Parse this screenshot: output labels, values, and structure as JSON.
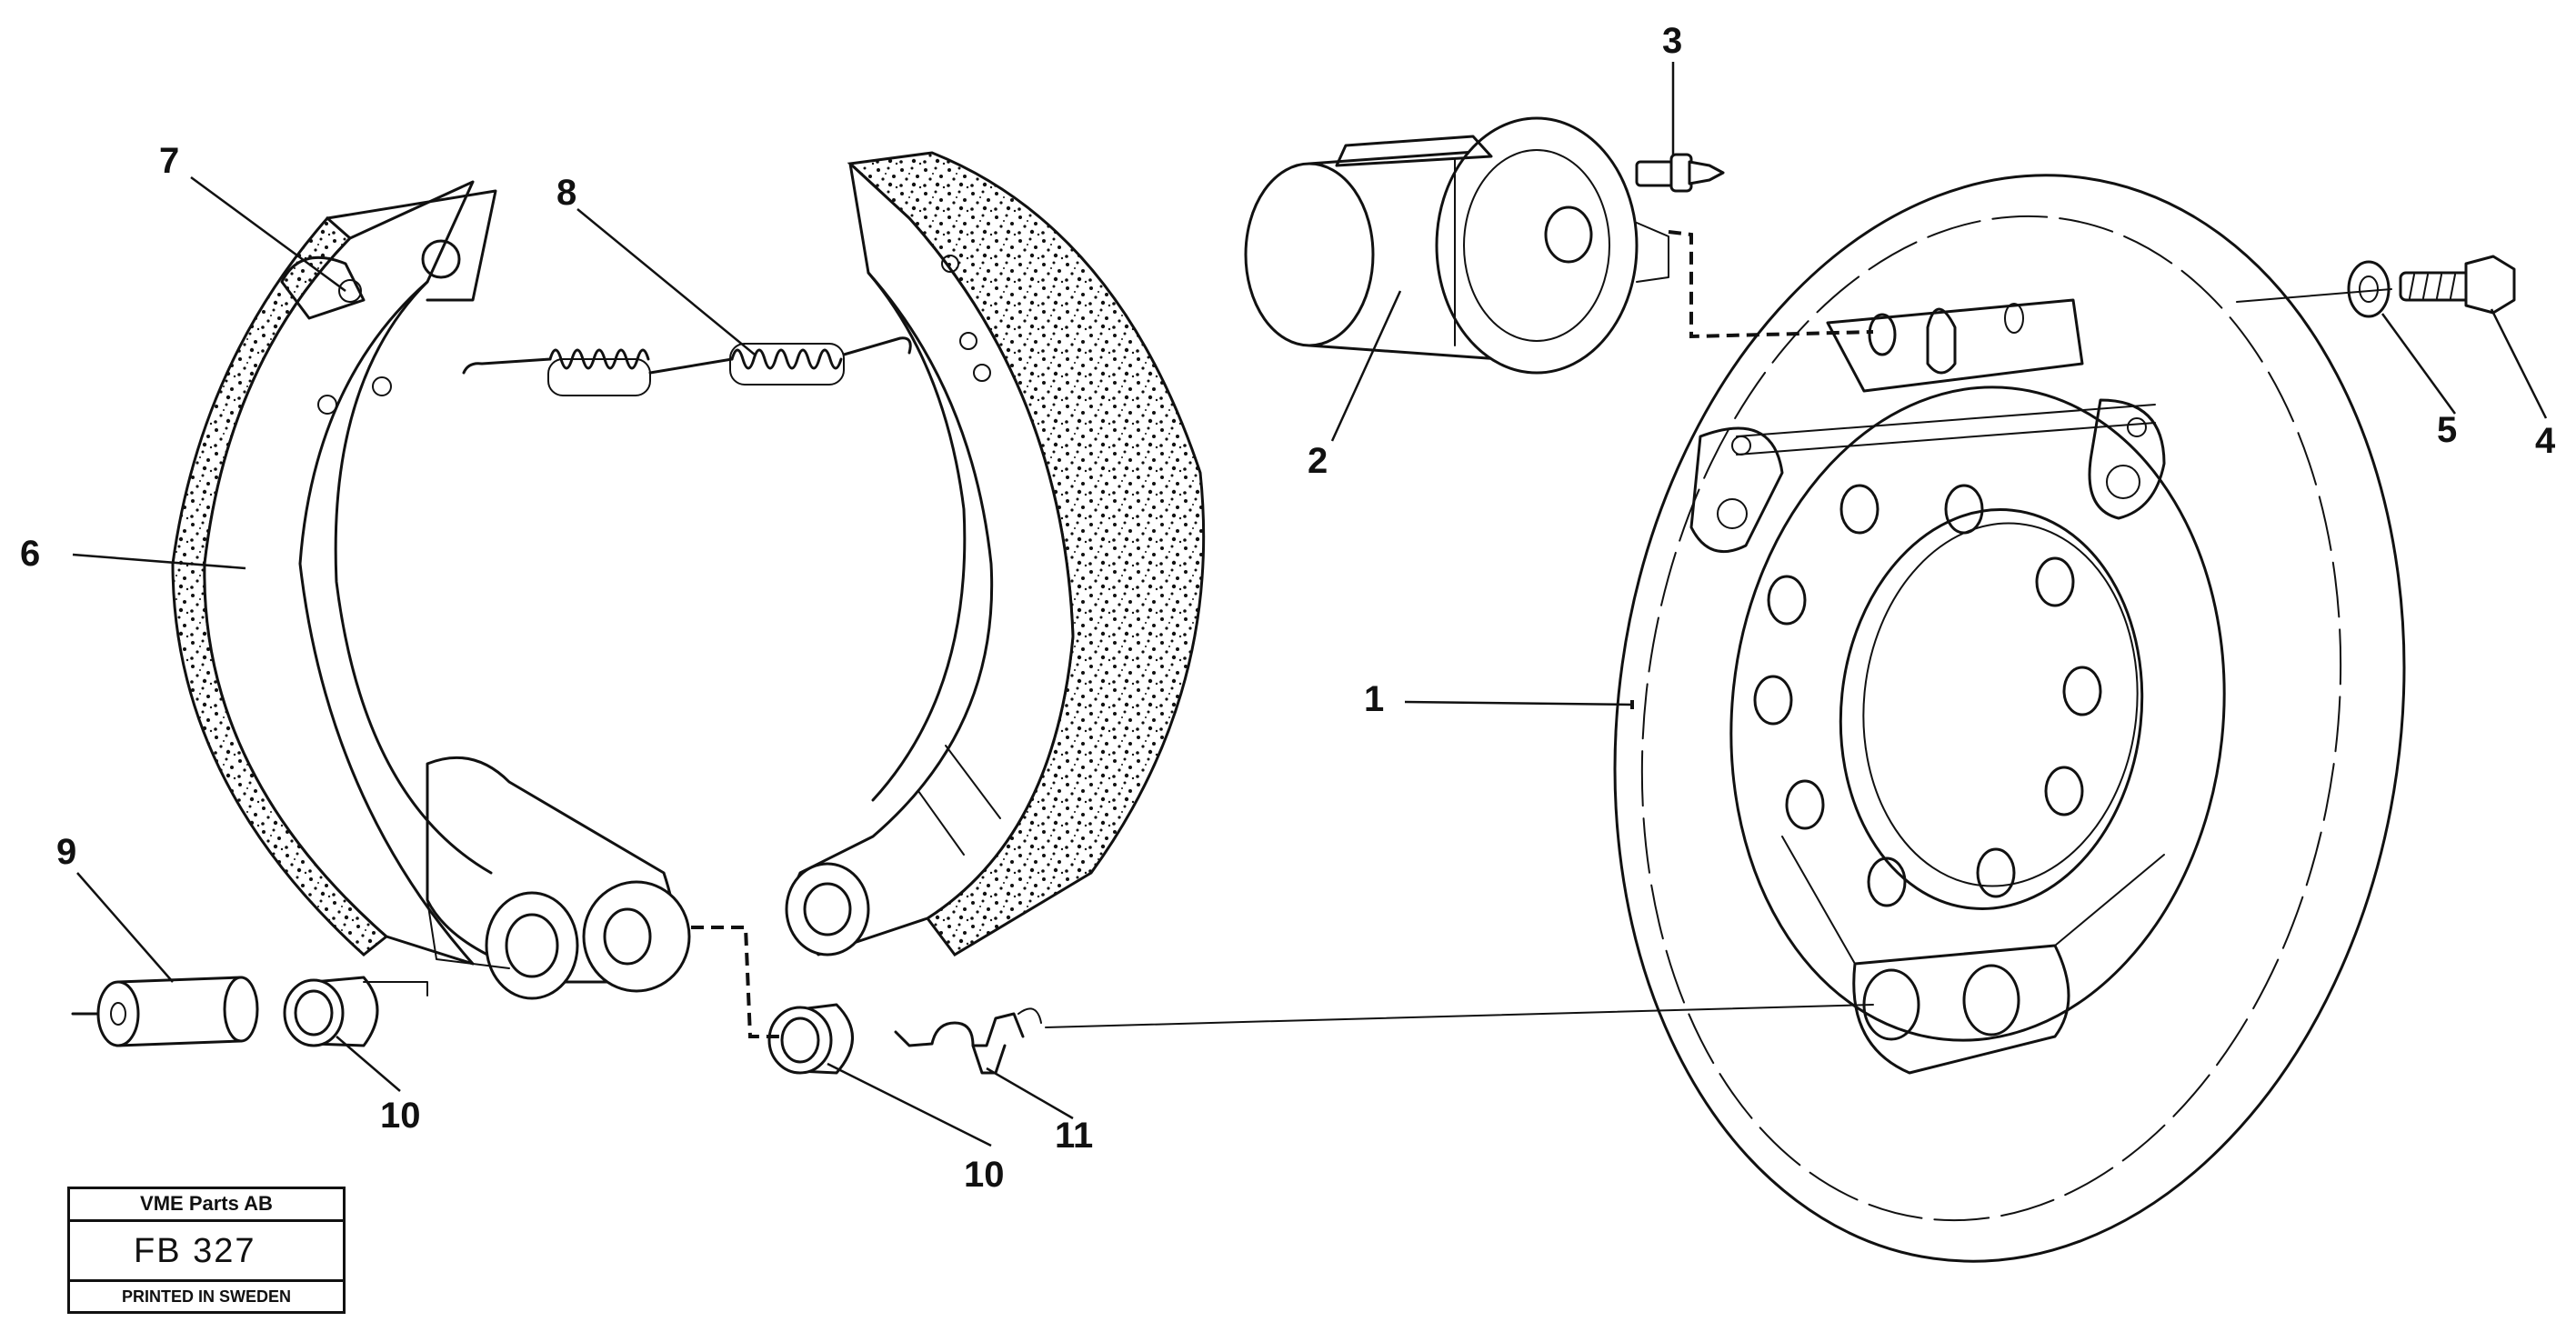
{
  "callouts": [
    "1",
    "2",
    "3",
    "4",
    "5",
    "6",
    "7",
    "8",
    "9",
    "10",
    "10",
    "11"
  ],
  "title_block": {
    "company": "VME Parts AB",
    "code": "FB 327",
    "footer": "PRINTED IN SWEDEN"
  }
}
